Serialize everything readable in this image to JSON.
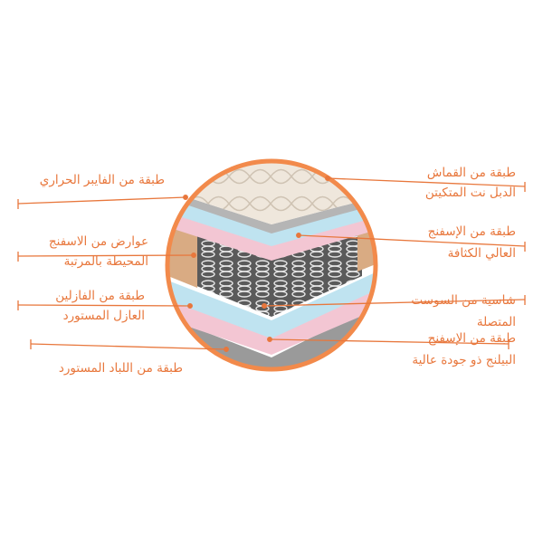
{
  "colors": {
    "accent": "#e8773c",
    "circle": "#f28a4b",
    "fabric": "#efe7dc",
    "foam_blue": "#bfe3f0",
    "foam_pink": "#f3c6d3",
    "side_foam": "#d8aa82",
    "springs": "#3a3a3a",
    "felt": "#8e8e8e"
  },
  "labels": {
    "left": [
      {
        "id": "fiber",
        "lines": [
          "طبقة من الفايبر الحراري"
        ]
      },
      {
        "id": "edge-foam",
        "lines": [
          "عوارض من الاسفنج",
          "المحيطة بالمرتبة"
        ]
      },
      {
        "id": "felt-insulation",
        "lines": [
          "طبقة من الفازلين",
          "العازل المستورد"
        ]
      },
      {
        "id": "felt-pad",
        "lines": [
          "طبقة من اللباد المستورد"
        ]
      }
    ],
    "right": [
      {
        "id": "fabric",
        "lines": [
          "طبقة من القماش",
          "الدبل نت المتكيتن"
        ]
      },
      {
        "id": "hd-foam",
        "lines": [
          "طبقة من الإسفنج",
          "العالي الكثافة"
        ]
      },
      {
        "id": "pocket-springs",
        "lines": [
          "شاسية من السوست",
          "المتصلة"
        ]
      },
      {
        "id": "quality-foam",
        "lines": [
          "طبقة من الإسفنج",
          "البيلنج ذو جودة عالية"
        ]
      }
    ]
  }
}
